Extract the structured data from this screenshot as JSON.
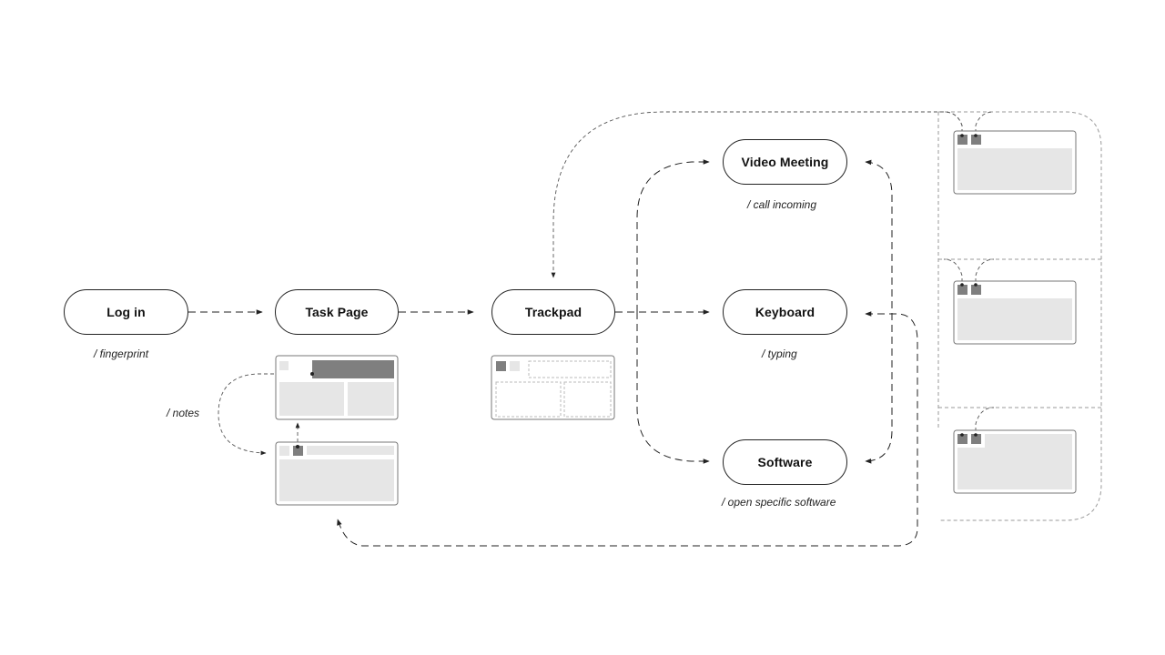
{
  "nodes": {
    "login": "Log in",
    "task_page": "Task Page",
    "trackpad": "Trackpad",
    "video_meeting": "Video Meeting",
    "keyboard": "Keyboard",
    "software": "Software"
  },
  "notes": {
    "fingerprint": "/ fingerprint",
    "notes": "/ notes",
    "call_incoming": "/ call incoming",
    "typing": "/ typing",
    "open_software": "/ open specific software"
  },
  "colors": {
    "stroke": "#222222",
    "wire_fill": "#e6e6e6",
    "wire_dark": "#7f7f7f",
    "wire_frame": "#777777",
    "panel_dash": "#9a9a9a"
  }
}
